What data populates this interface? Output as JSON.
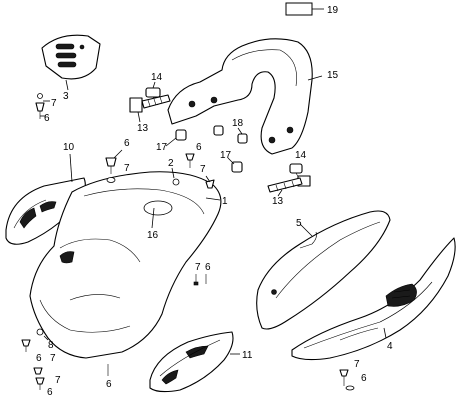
{
  "callouts": {
    "n1": "1",
    "n2": "2",
    "n3": "3",
    "n4": "4",
    "n5": "5",
    "n6a": "6",
    "n6b": "6",
    "n6c": "6",
    "n6d": "6",
    "n6e": "6",
    "n6f": "6",
    "n6g": "6",
    "n6h": "6",
    "n7a": "7",
    "n7b": "7",
    "n7c": "7",
    "n7d": "7",
    "n7e": "7",
    "n7f": "7",
    "n7g": "7",
    "n8": "8",
    "n10": "10",
    "n11": "11",
    "n13a": "13",
    "n13b": "13",
    "n14a": "14",
    "n14b": "14",
    "n15": "15",
    "n16": "16",
    "n17a": "17",
    "n17b": "17",
    "n18": "18",
    "n19": "19"
  },
  "colors": {
    "line": "#000000",
    "background": "#ffffff"
  }
}
